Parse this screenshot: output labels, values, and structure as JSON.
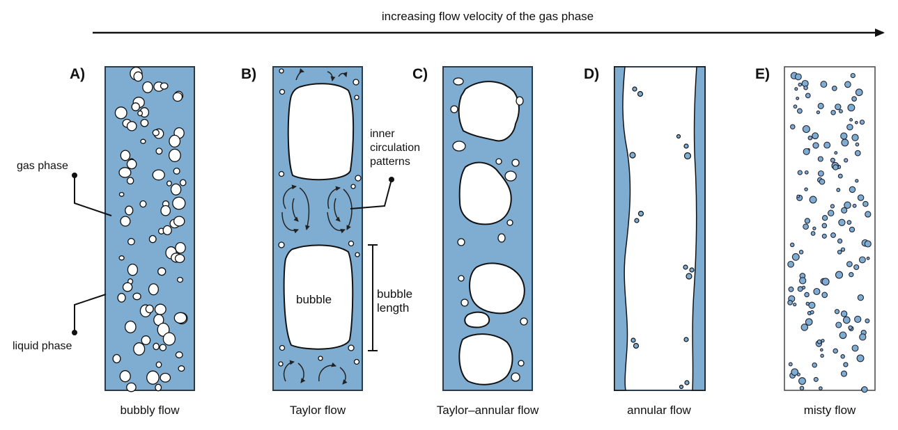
{
  "header": {
    "text": "increasing flow velocity of the gas phase"
  },
  "panels": [
    {
      "label": "A)",
      "caption": "bubbly flow"
    },
    {
      "label": "B)",
      "caption": "Taylor flow"
    },
    {
      "label": "C)",
      "caption": "Taylor–annular flow"
    },
    {
      "label": "D)",
      "caption": "annular flow"
    },
    {
      "label": "E)",
      "caption": "misty flow"
    }
  ],
  "annotations": {
    "gas_phase": "gas phase",
    "liquid_phase": "liquid phase",
    "inner_circulation": [
      "inner",
      "circulation",
      "patterns"
    ],
    "bubble": "bubble",
    "bubble_length": [
      "bubble",
      "length"
    ]
  },
  "colors": {
    "liquid": "#7eadd1",
    "outline": "#2a3a4a",
    "gas": "#ffffff",
    "ink": "#111111"
  }
}
